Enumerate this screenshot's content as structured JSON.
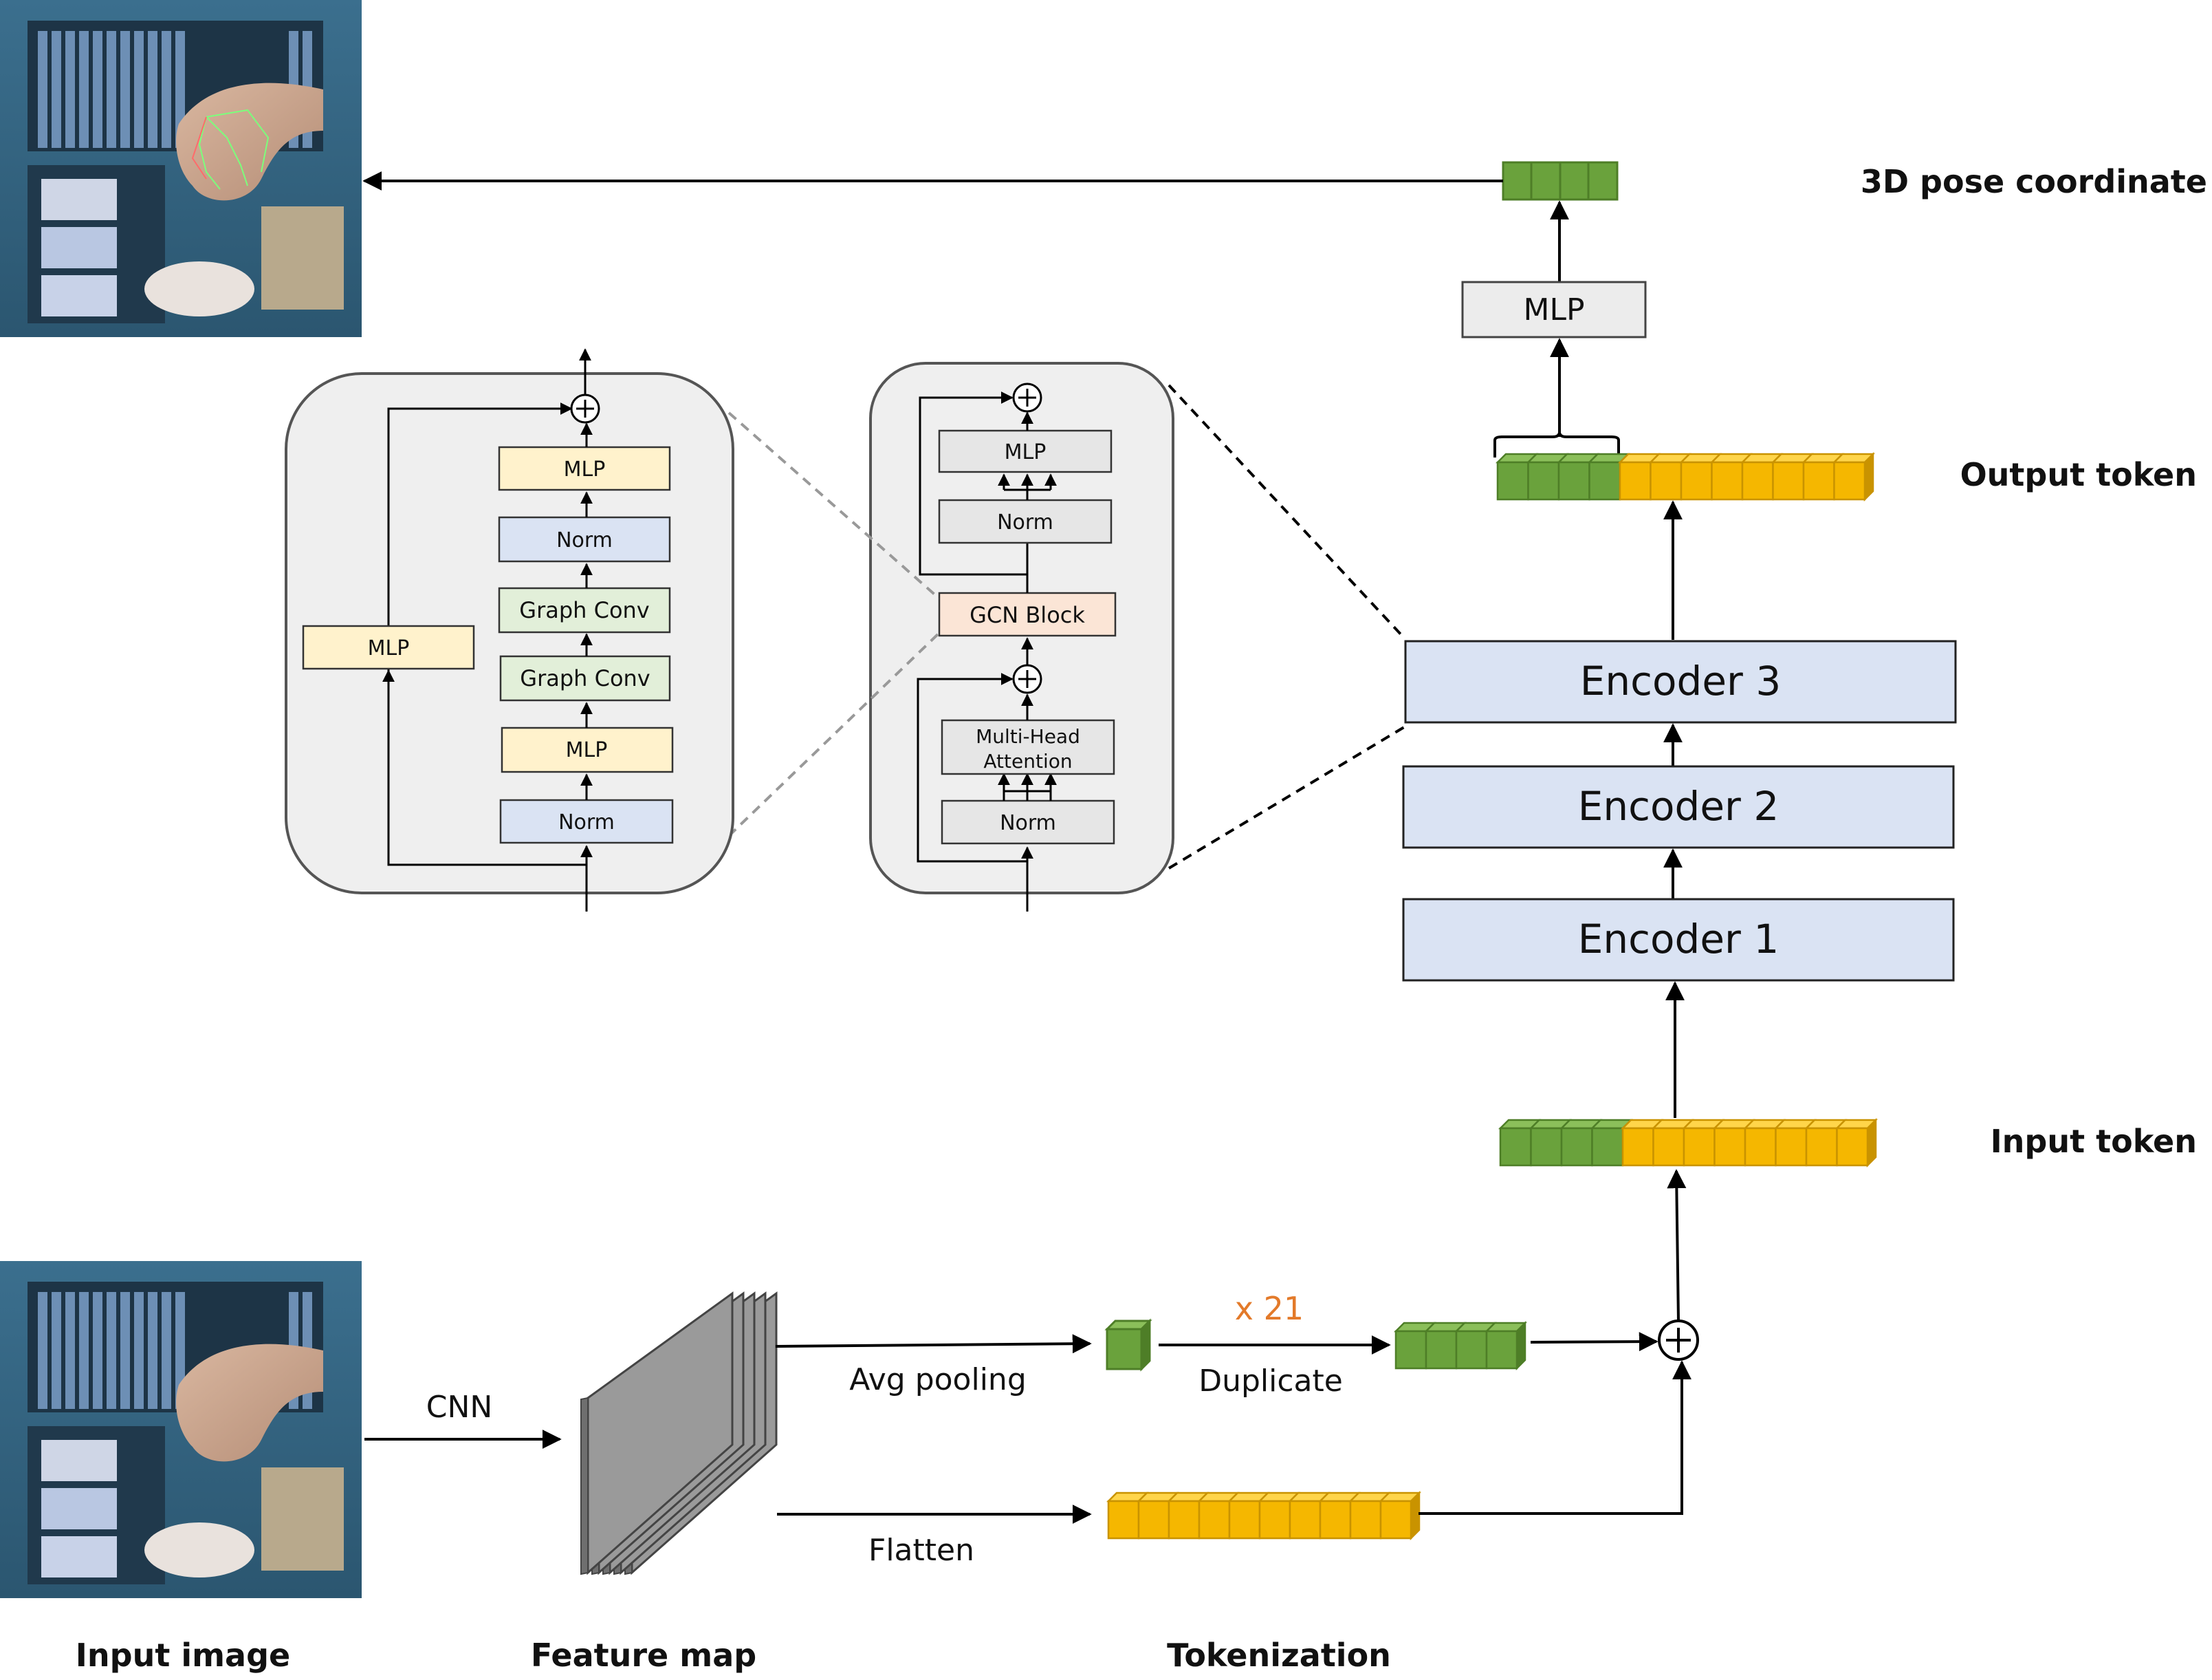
{
  "labels": {
    "pose_coordinate": "3D pose coordinate",
    "output_token": "Output token",
    "input_token": "Input token",
    "input_image": "Input image",
    "feature_map": "Feature map",
    "tokenization": "Tokenization",
    "cnn": "CNN",
    "avg_pooling": "Avg pooling",
    "duplicate": "Duplicate",
    "times": "x 21",
    "flatten": "Flatten"
  },
  "encoders": [
    "Encoder 3",
    "Encoder 2",
    "Encoder 1"
  ],
  "head_mlp": "MLP",
  "gcn_detail": {
    "mlp_top": "MLP",
    "norm_top": "Norm",
    "graph_conv_1": "Graph Conv",
    "graph_conv_2": "Graph Conv",
    "mlp_bottom": "MLP",
    "norm_bottom": "Norm",
    "mlp_side": "MLP"
  },
  "encoder_detail": {
    "mlp": "MLP",
    "norm_top": "Norm",
    "gcn_block": "GCN Block",
    "attention_line1": "Multi-Head",
    "attention_line2": "Attention",
    "norm_bottom": "Norm"
  },
  "token_counts": {
    "joint_tokens": 21,
    "shown_green": 4,
    "shown_yellow": 8,
    "flatten_yellow": 10
  },
  "colors": {
    "green": "#6aa23c",
    "green_top": "#8bbf5a",
    "green_side": "#4e7e27",
    "yellow": "#f5b700",
    "yellow_top": "#ffd54a",
    "yellow_side": "#c99300",
    "encoder": "#dae3f3",
    "mlp_box": "#fff2cc",
    "norm_box": "#dae3f3",
    "graph_conv_box": "#e2efd9",
    "gcn_block_box": "#fbe5d6",
    "grey_box": "#e6e6e6",
    "panel": "#efefef",
    "accent_orange": "#e37a2a"
  }
}
